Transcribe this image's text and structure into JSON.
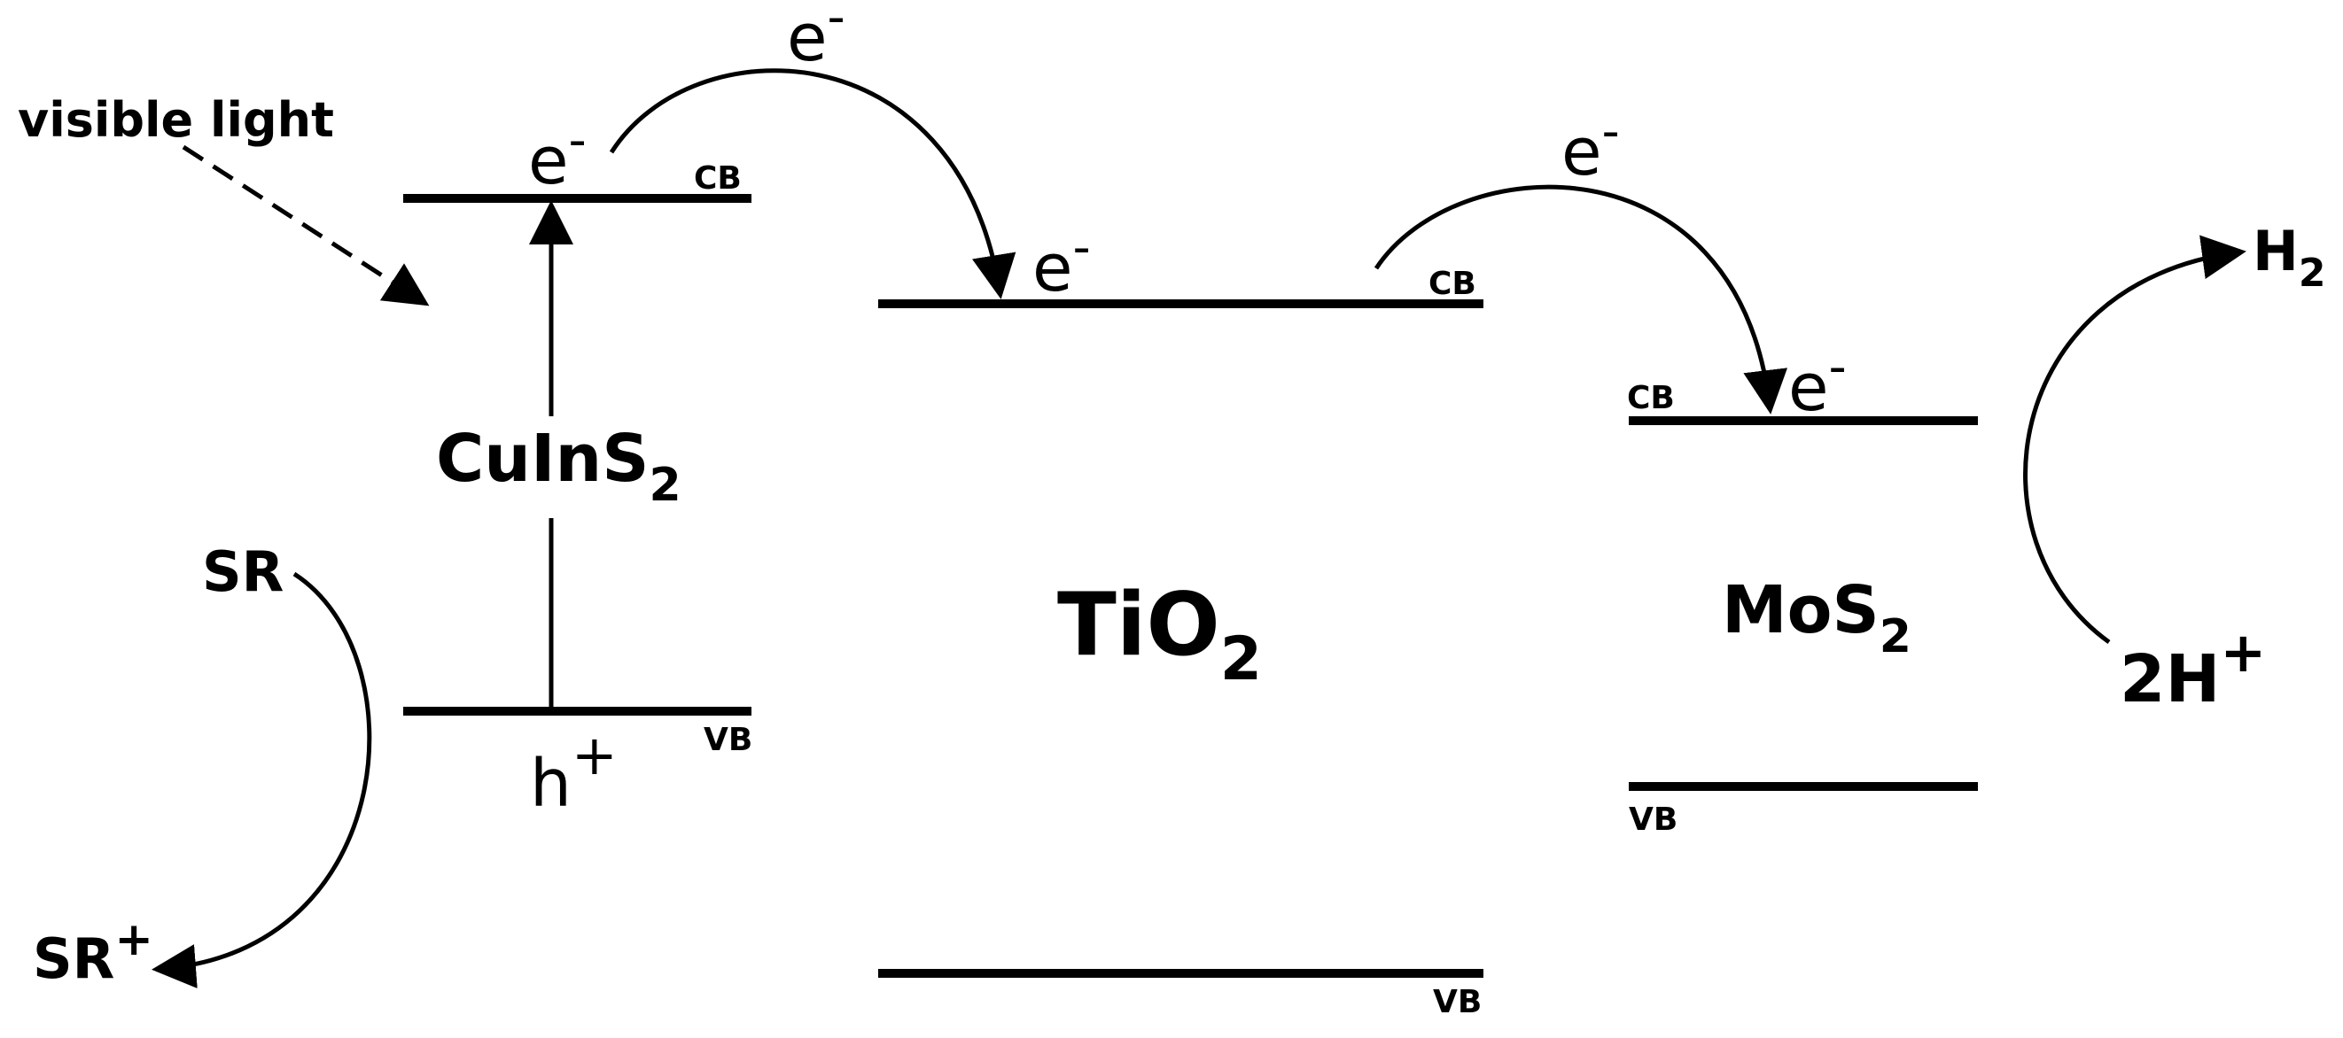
{
  "materials": {
    "cuins2": {
      "base": "CuInS",
      "sub": "2"
    },
    "tio2": {
      "base": "TiO",
      "sub": "2"
    },
    "mos2": {
      "base": "MoS",
      "sub": "2"
    }
  },
  "bands": {
    "cb": "CB",
    "vb": "VB"
  },
  "carriers": {
    "electron": {
      "base": "e",
      "sup": "-"
    },
    "hole": {
      "base": "h",
      "sup": "+"
    }
  },
  "species": {
    "sr": "SR",
    "sr_plus": {
      "base": "SR",
      "sup": "+"
    },
    "h_plus": {
      "base": "2H",
      "sup": "+"
    },
    "h2": {
      "base": "H",
      "sub": "2"
    }
  },
  "light_label": "visible light",
  "colors": {
    "ink": "#000000",
    "background": "#ffffff"
  }
}
